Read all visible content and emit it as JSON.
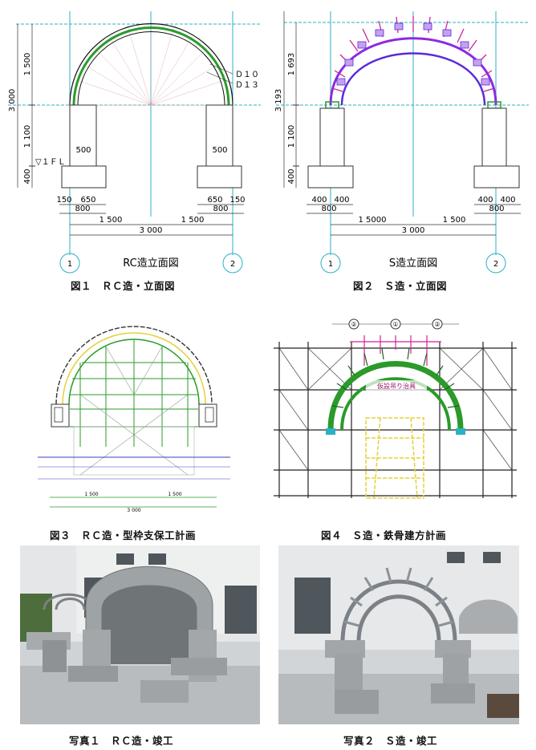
{
  "fig1": {
    "caption": "図１　ＲＣ造・立面図",
    "subtitle": "RC造立面図",
    "dims": {
      "h_total": "3 000",
      "h_arch": "1 500",
      "h_col": "1 100",
      "h_base": "400",
      "fl": "▽１ＦＬ",
      "rebar1": "Ｄ１０",
      "rebar2": "Ｄ１３",
      "col_w_left": "500",
      "col_w_right": "500",
      "base_left_a": "150",
      "base_left_b": "650",
      "base_left_total": "800",
      "base_right_a": "650",
      "base_right_b": "150",
      "base_right_total": "800",
      "half_left": "1 500",
      "half_right": "1 500",
      "span": "3 000"
    },
    "grid_left": "1",
    "grid_right": "2"
  },
  "fig2": {
    "caption": "図２　Ｓ造・立面図",
    "subtitle": "S造立面図",
    "dims": {
      "h_arch": "1 693",
      "h_total": "3 193",
      "h_col": "1 100",
      "h_base": "400",
      "base_left_a": "400",
      "base_left_b": "400",
      "base_left_total": "800",
      "base_right_a": "400",
      "base_right_b": "400",
      "base_right_total": "800",
      "half_left": "1 5000",
      "half_right": "1 500",
      "span": "3 000"
    },
    "grid_left": "1",
    "grid_right": "2"
  },
  "fig3": {
    "caption": "図３　ＲＣ造・型枠支保工計画",
    "dims": {
      "left": "1 500",
      "right": "1 500",
      "total": "3 000"
    }
  },
  "fig4": {
    "caption": "図４　Ｓ造・鉄骨建方計画",
    "grid": [
      "②",
      "①",
      "②"
    ],
    "note": "仮設吊り治具"
  },
  "photo1": {
    "caption": "写真１　ＲＣ造・竣工"
  },
  "photo2": {
    "caption": "写真２　Ｓ造・竣工"
  },
  "colors": {
    "green": "#2a9a2a",
    "grid_cyan": "#2bb0c4",
    "purple": "#8a2be2",
    "magenta": "#d1229b",
    "yellow": "#e6d13a"
  }
}
